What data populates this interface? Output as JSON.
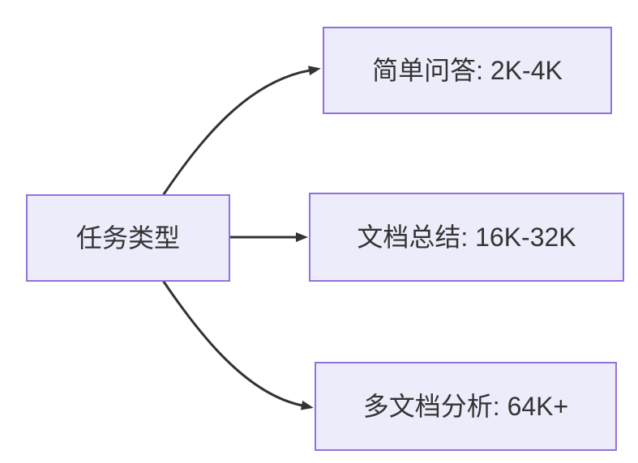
{
  "diagram": {
    "type": "flowchart-left-to-right",
    "root": {
      "label": "任务类型"
    },
    "branches": [
      {
        "label": "简单问答: 2K-4K"
      },
      {
        "label": "文档总结: 16K-32K"
      },
      {
        "label": "多文档分析: 64K+"
      }
    ],
    "edges": [
      {
        "from": "任务类型",
        "to": "简单问答: 2K-4K"
      },
      {
        "from": "任务类型",
        "to": "文档总结: 16K-32K"
      },
      {
        "from": "任务类型",
        "to": "多文档分析: 64K+"
      }
    ]
  },
  "colors": {
    "node-fill": "#ECECFB",
    "node-border": "#9370DB",
    "edge": "#333333",
    "text": "#333333",
    "background": "#FFFFFF"
  }
}
